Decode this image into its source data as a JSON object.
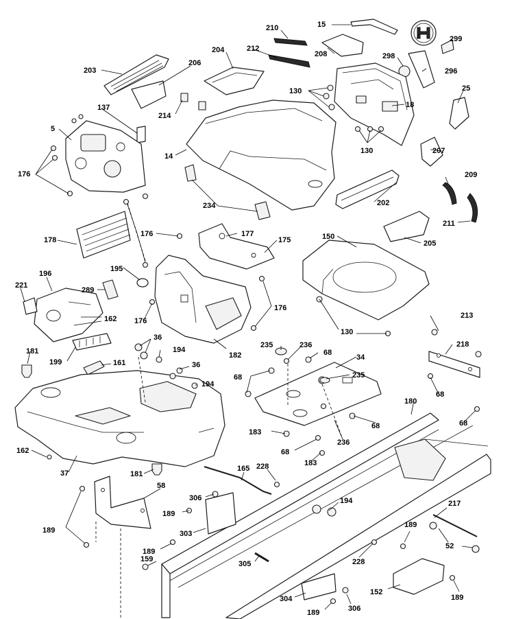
{
  "labels": {
    "p15": "15",
    "p210": "210",
    "p299": "299",
    "p204": "204",
    "p212": "212",
    "p208": "208",
    "p298": "298",
    "p296": "296",
    "p203": "203",
    "p206": "206",
    "p130a": "130",
    "p25": "25",
    "p18": "18",
    "p137": "137",
    "p214": "214",
    "p5": "5",
    "p130b": "130",
    "p207": "207",
    "p14": "14",
    "p176a": "176",
    "p209": "209",
    "p202": "202",
    "p234": "234",
    "p211": "211",
    "p205": "205",
    "p178": "178",
    "p176b": "176",
    "p177": "177",
    "p175": "175",
    "p150": "150",
    "p195": "195",
    "p196": "196",
    "p221": "221",
    "p289": "289",
    "p176c": "176",
    "p162a": "162",
    "p176d": "176",
    "p213": "213",
    "p130c": "130",
    "p182": "182",
    "p36a": "36",
    "p235a": "235",
    "p236a": "236",
    "p68a": "68",
    "p218": "218",
    "p181a": "181",
    "p199": "199",
    "p194a": "194",
    "p34": "34",
    "p161": "161",
    "p36b": "36",
    "p68b": "68",
    "p235b": "235",
    "p194b": "194",
    "p68c": "68",
    "p180": "180",
    "p68d": "68",
    "p68e": "68",
    "p162b": "162",
    "p183a": "183",
    "p236b": "236",
    "p68f": "68",
    "p183b": "183",
    "p37": "37",
    "p181b": "181",
    "p165": "165",
    "p228a": "228",
    "p58": "58",
    "p306a": "306",
    "p194c": "194",
    "p217": "217",
    "p189a": "189",
    "p189b": "189",
    "p303": "303",
    "p189c": "189",
    "p52": "52",
    "p189d": "189",
    "p159": "159",
    "p305": "305",
    "p228b": "228",
    "p152": "152",
    "p304": "304",
    "p189e": "189",
    "p306b": "306",
    "p189f": "189"
  }
}
